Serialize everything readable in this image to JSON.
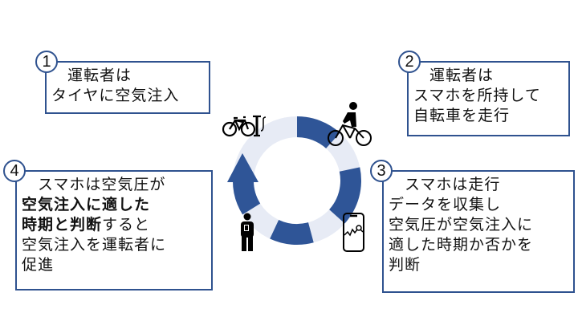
{
  "steps": [
    {
      "number": "1",
      "lines": [
        {
          "parts": [
            {
              "text": "　運転者は",
              "bold": false
            }
          ]
        },
        {
          "parts": [
            {
              "text": "タイヤに空気注入",
              "bold": false
            }
          ]
        }
      ]
    },
    {
      "number": "2",
      "lines": [
        {
          "parts": [
            {
              "text": "　運転者は",
              "bold": false
            }
          ]
        },
        {
          "parts": [
            {
              "text": "スマホを所持して",
              "bold": false
            }
          ]
        },
        {
          "parts": [
            {
              "text": "自転車を走行",
              "bold": false
            }
          ]
        }
      ]
    },
    {
      "number": "3",
      "lines": [
        {
          "parts": [
            {
              "text": "　スマホは走行",
              "bold": false
            }
          ]
        },
        {
          "parts": [
            {
              "text": "データを収集し",
              "bold": false
            }
          ]
        },
        {
          "parts": [
            {
              "text": "空気圧が空気注入に",
              "bold": false
            }
          ]
        },
        {
          "parts": [
            {
              "text": "適した時期か否かを",
              "bold": false
            }
          ]
        },
        {
          "parts": [
            {
              "text": "判断",
              "bold": false
            }
          ]
        }
      ]
    },
    {
      "number": "4",
      "lines": [
        {
          "parts": [
            {
              "text": "　スマホは空気圧が",
              "bold": false
            }
          ]
        },
        {
          "parts": [
            {
              "text": "空気注入に適した",
              "bold": true
            }
          ]
        },
        {
          "parts": [
            {
              "text": "時期と判断",
              "bold": true
            },
            {
              "text": "すると",
              "bold": false
            }
          ]
        },
        {
          "parts": [
            {
              "text": "空気注入を運転者に",
              "bold": false
            }
          ]
        },
        {
          "parts": [
            {
              "text": "促進",
              "bold": false
            }
          ]
        }
      ]
    }
  ],
  "icons": {
    "step1": "bicycle-pump-icon",
    "step2": "cyclist-icon",
    "step3": "smartphone-analytics-icon",
    "step4": "person-with-phone-icon"
  },
  "colors": {
    "accent": "#2f5597",
    "ring_light": "#e7ebf5",
    "border": "#2f528f"
  }
}
